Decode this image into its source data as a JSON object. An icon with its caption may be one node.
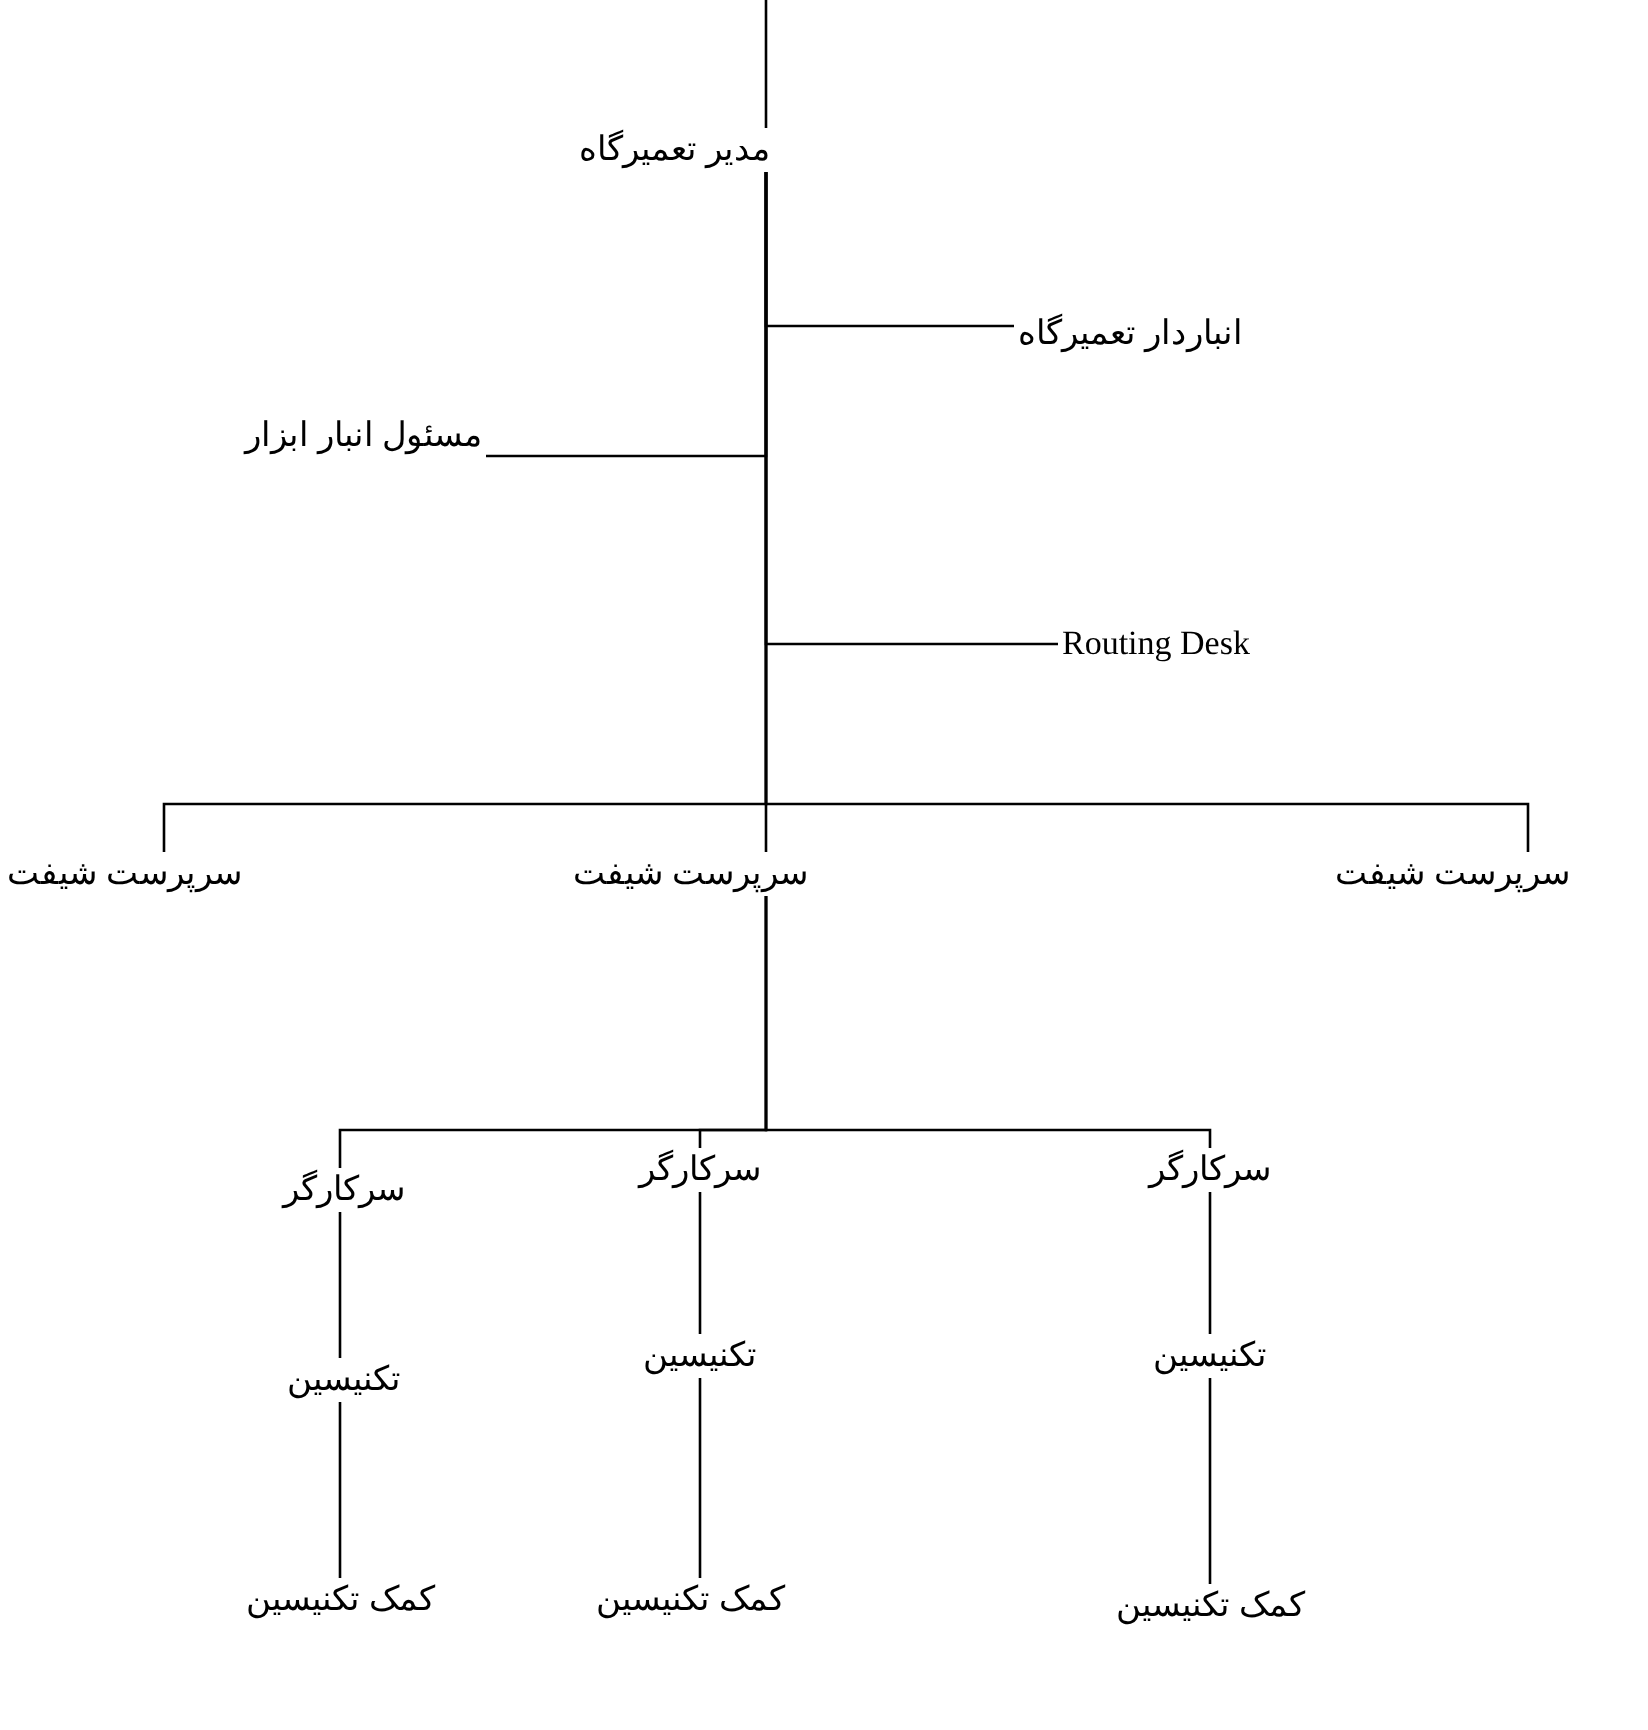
{
  "diagram": {
    "nodes": [
      {
        "text": [
          "مدیر تعمیرگاه"
        ]
      },
      {
        "text": [
          "انباردار تعمیرگاه"
        ]
      },
      {
        "text": [
          "مسئول انبار ابزار"
        ]
      },
      {
        "text": [
          "Routing Desk"
        ]
      },
      {
        "text": [
          "سرپرست شیفت"
        ]
      },
      {
        "text": [
          "سرپرست شیفت"
        ]
      },
      {
        "text": [
          "سرپرست شیفت"
        ]
      },
      {
        "text": [
          "سرکارگر"
        ]
      },
      {
        "text": [
          "سرکارگر"
        ]
      },
      {
        "text": [
          "سرکارگر"
        ]
      },
      {
        "text": [
          "تکنیسین"
        ]
      },
      {
        "text": [
          "تکنیسین"
        ]
      },
      {
        "text": [
          "تکنیسین"
        ]
      },
      {
        "text": [
          "کمک تکنیسین"
        ]
      },
      {
        "text": [
          "کمک تکنیسین"
        ]
      },
      {
        "text": [
          "کمک تکنیسین"
        ]
      }
    ],
    "edges": [
      {
        "from": null,
        "to": 0,
        "arrow": "none"
      },
      {
        "from": 0,
        "to": 1,
        "arrow": "none"
      },
      {
        "from": 0,
        "to": 2,
        "arrow": "none"
      },
      {
        "from": 0,
        "to": 3,
        "arrow": "none"
      },
      {
        "from": 0,
        "to": 4,
        "arrow": "none"
      },
      {
        "from": 0,
        "to": 5,
        "arrow": "none"
      },
      {
        "from": 0,
        "to": 6,
        "arrow": "none"
      },
      {
        "from": 5,
        "to": 7,
        "arrow": "none"
      },
      {
        "from": 5,
        "to": 8,
        "arrow": "none"
      },
      {
        "from": 5,
        "to": 9,
        "arrow": "none"
      },
      {
        "from": 7,
        "to": 10,
        "arrow": "none"
      },
      {
        "from": 8,
        "to": 11,
        "arrow": "none"
      },
      {
        "from": 9,
        "to": 12,
        "arrow": "none"
      },
      {
        "from": 10,
        "to": 13,
        "arrow": "none"
      },
      {
        "from": 11,
        "to": 14,
        "arrow": "none"
      },
      {
        "from": 12,
        "to": 15,
        "arrow": "none"
      }
    ]
  }
}
